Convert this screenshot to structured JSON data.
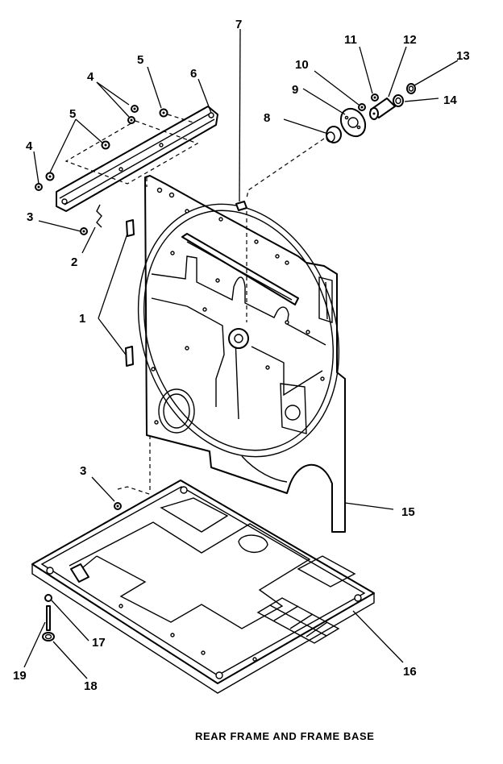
{
  "caption": "REAR FRAME AND FRAME BASE",
  "callouts": {
    "c1": "1",
    "c2": "2",
    "c3a": "3",
    "c3b": "3",
    "c4a": "4",
    "c4b": "4",
    "c5a": "5",
    "c5b": "5",
    "c6": "6",
    "c7": "7",
    "c8": "8",
    "c9": "9",
    "c10": "10",
    "c11": "11",
    "c12": "12",
    "c13": "13",
    "c14": "14",
    "c15": "15",
    "c16": "16",
    "c17": "17",
    "c18": "18",
    "c19": "19"
  },
  "colors": {
    "ink": "#000000",
    "paper": "#ffffff"
  }
}
